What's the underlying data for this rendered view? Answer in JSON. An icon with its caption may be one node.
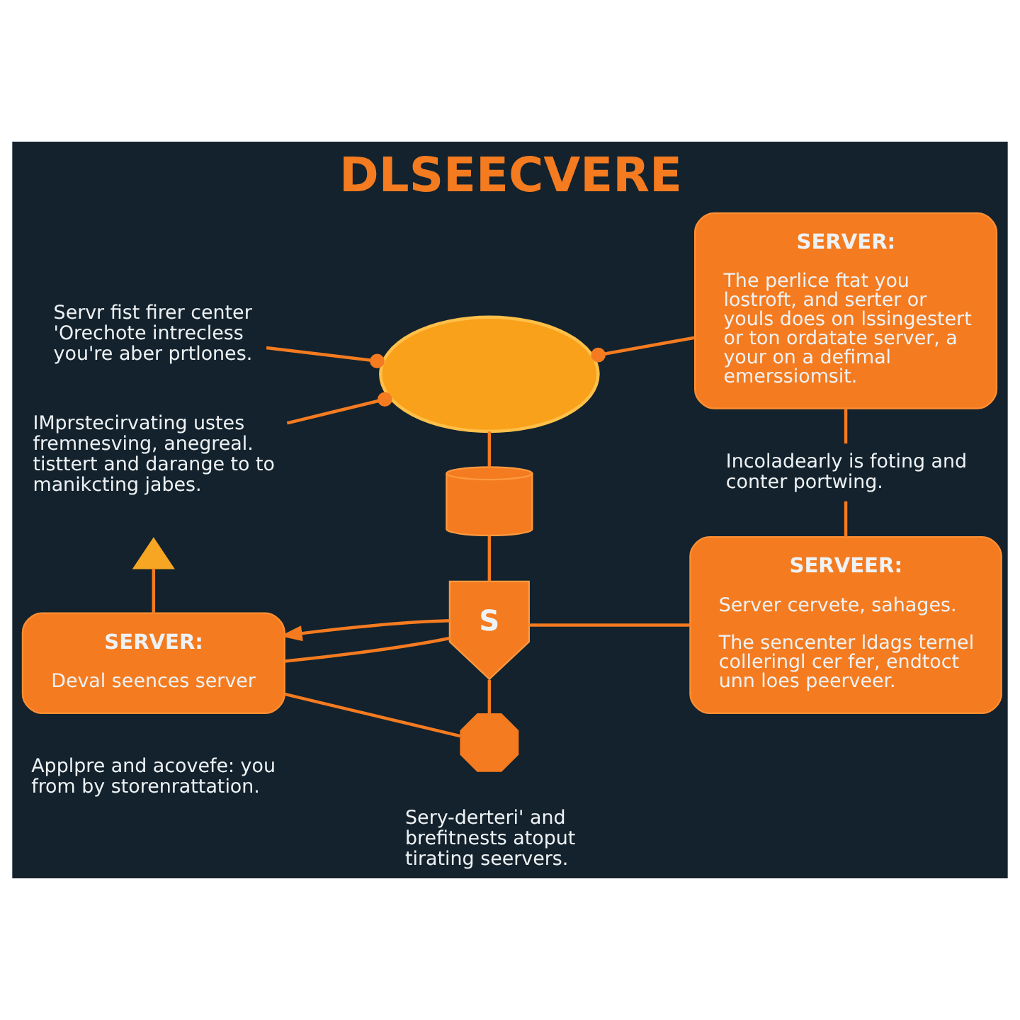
{
  "diagram": {
    "title": "DLSEECVERE",
    "nodes": [
      {
        "text": [
          "Servr fist firer center 'Orechote intrecless you're aber prtlones."
        ]
      },
      {
        "text": [
          "IMprstecirvating ustes fremnesving, anegreal. tisttert and darange to to manikcting jabes."
        ]
      },
      {
        "text": [],
        "shape": "cloud"
      },
      {
        "text": [
          "SERVER:",
          "The perlice ftat you lostroft, and serter or youls does on lssingestert or ton ordatate server, a your on a defimal emerssiomsit."
        ]
      },
      {
        "text": [],
        "shape": "cylinder"
      },
      {
        "text": [],
        "shape": "triangle"
      },
      {
        "text": [
          "SERVER:",
          "Deval seences server"
        ]
      },
      {
        "text": [
          "S"
        ]
      },
      {
        "text": [
          "Incoladearly is foting and conter portwing."
        ]
      },
      {
        "text": [
          "SERVEER:",
          "Server cervete, sahages.",
          "The sencenter ldags ternel colleringl cer fer, endtoct unn loes peerveer."
        ]
      },
      {
        "text": [],
        "shape": "octagon",
        "beside": [
          "Sery-derteri' and brefitnests atoput tirating seervers."
        ]
      }
    ],
    "edges": [
      {
        "from": 0,
        "to": 2,
        "arrow": "other"
      },
      {
        "from": 1,
        "to": 2,
        "arrow": "other"
      },
      {
        "from": 3,
        "to": 2,
        "arrow": "other"
      },
      {
        "from": 2,
        "to": 4,
        "arrow": "none"
      },
      {
        "from": 4,
        "to": 7,
        "arrow": "none"
      },
      {
        "from": 5,
        "to": 6,
        "arrow": "none"
      },
      {
        "from": 7,
        "to": 6,
        "arrow": "to"
      },
      {
        "from": 6,
        "to": 7,
        "arrow": "none"
      },
      {
        "from": 3,
        "to": 8,
        "arrow": "none"
      },
      {
        "from": 8,
        "to": 9,
        "arrow": "none"
      },
      {
        "from": 7,
        "to": 9,
        "arrow": "none"
      },
      {
        "from": 6,
        "to": 10,
        "arrow": "none"
      },
      {
        "from": 7,
        "to": 10,
        "arrow": "none"
      }
    ],
    "labels": [
      "Applpre and acovefe: you from by storenrattation."
    ]
  }
}
